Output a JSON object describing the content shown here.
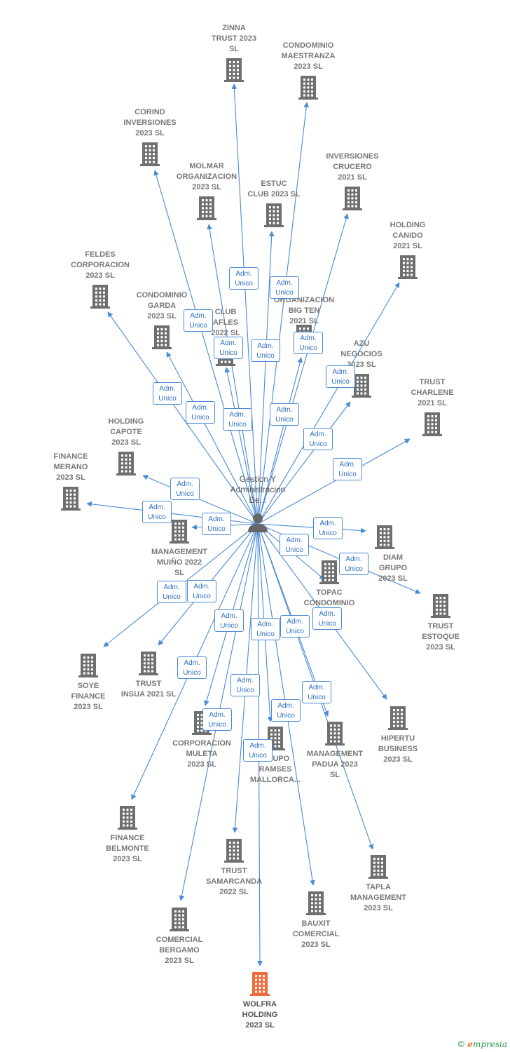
{
  "colors": {
    "edge": "#4a8ad6",
    "building": "#6f6f6f",
    "building_highlight": "#f06a3c",
    "person": "#666666"
  },
  "center": {
    "label": "Gestion Y\nAdministracion\nDe...",
    "icon": "person-icon"
  },
  "nodes": [
    {
      "id": "zinna",
      "label": "ZINNA\nTRUST 2023\nSL",
      "icon": "building-icon"
    },
    {
      "id": "condominio-maestranza",
      "label": "CONDOMINIO\nMAESTRANZA\n2023  SL",
      "icon": "building-icon"
    },
    {
      "id": "corind",
      "label": "CORIND\nINVERSIONES\n2023  SL",
      "icon": "building-icon"
    },
    {
      "id": "molmar",
      "label": "MOLMAR\nORGANIZACION\n2023  SL",
      "icon": "building-icon"
    },
    {
      "id": "estuc",
      "label": "ESTUC\nCLUB 2023  SL",
      "icon": "building-icon"
    },
    {
      "id": "inversiones-crucero",
      "label": "INVERSIONES\nCRUCERO\n2021  SL",
      "icon": "building-icon"
    },
    {
      "id": "holding-canido",
      "label": "HOLDING\nCANIDO\n2021  SL",
      "icon": "building-icon"
    },
    {
      "id": "feldes",
      "label": "FELDES\nCORPORACION\n2023  SL",
      "icon": "building-icon"
    },
    {
      "id": "condominio-garda",
      "label": "CONDOMINIO\nGARDA\n2023  SL",
      "icon": "building-icon"
    },
    {
      "id": "club-afles",
      "label": "CLUB\nAFLES\n2022  SL",
      "icon": "building-icon"
    },
    {
      "id": "organizacion-big-ten",
      "label": "ORGANIZACION\nBIG TEN\n2021  SL",
      "icon": "building-icon"
    },
    {
      "id": "azu-negocios",
      "label": "AZU\nNEGOCIOS\n2023  SL",
      "icon": "building-icon"
    },
    {
      "id": "trust-charlene",
      "label": "TRUST\nCHARLENE\n2021  SL",
      "icon": "building-icon"
    },
    {
      "id": "holding-capote",
      "label": "HOLDING\nCAPOTE\n2023  SL",
      "icon": "building-icon"
    },
    {
      "id": "finance-merano",
      "label": "FINANCE\nMERANO\n2023  SL",
      "icon": "building-icon"
    },
    {
      "id": "management-muino",
      "label": "MANAGEMENT\nMUIÑO 2022\nSL",
      "icon": "building-icon"
    },
    {
      "id": "diam-grupo",
      "label": "DIAM\nGRUPO\n2023  SL",
      "icon": "building-icon"
    },
    {
      "id": "topac-condominio",
      "label": "TOPAC\nCONDOMINIO\n...",
      "icon": "building-icon"
    },
    {
      "id": "trust-estoque",
      "label": "TRUST\nESTOQUE\n2023  SL",
      "icon": "building-icon"
    },
    {
      "id": "soye-finance",
      "label": "SOYE\nFINANCE\n2023  SL",
      "icon": "building-icon"
    },
    {
      "id": "trust-insua",
      "label": "TRUST\nINSUA 2021  SL",
      "icon": "building-icon"
    },
    {
      "id": "hipertu-business",
      "label": "HIPERTU\nBUSINESS\n2023  SL",
      "icon": "building-icon"
    },
    {
      "id": "corporacion-muleta",
      "label": "CORPORACION\nMULETA\n2023  SL",
      "icon": "building-icon"
    },
    {
      "id": "grupo-ramses",
      "label": "GRUPO\nRAMSES\nMALLORCA...",
      "icon": "building-icon"
    },
    {
      "id": "management-padua",
      "label": "MANAGEMENT\nPADUA 2023\nSL",
      "icon": "building-icon"
    },
    {
      "id": "finance-belmonte",
      "label": "FINANCE\nBELMONTE\n2023  SL",
      "icon": "building-icon"
    },
    {
      "id": "trust-samarcanda",
      "label": "TRUST\nSAMARCANDA\n2022  SL",
      "icon": "building-icon"
    },
    {
      "id": "tapla-management",
      "label": "TAPLA\nMANAGEMENT\n2023  SL",
      "icon": "building-icon"
    },
    {
      "id": "bauxit-comercial",
      "label": "BAUXIT\nCOMERCIAL\n2023  SL",
      "icon": "building-icon"
    },
    {
      "id": "comercial-bergamo",
      "label": "COMERCIAL\nBERGAMO\n2023  SL",
      "icon": "building-icon"
    },
    {
      "id": "wolfra-holding",
      "label": "WOLFRA\nHOLDING\n2023  SL",
      "icon": "building-icon",
      "highlight": true
    }
  ],
  "edge_label": "Adm.\nUnico",
  "brand": {
    "copyright": "©",
    "initial": "e",
    "name": "mpresia"
  }
}
